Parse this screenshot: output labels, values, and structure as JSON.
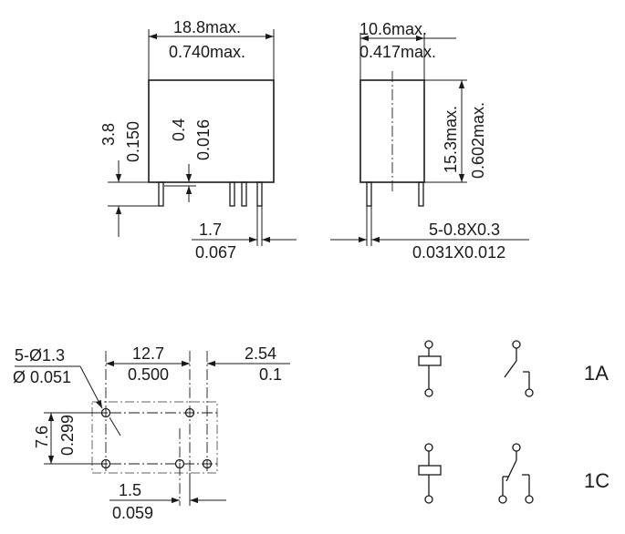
{
  "top_view": {
    "width_mm": "18.8max.",
    "width_in": "0.740max.",
    "pin_len_mm": "3.8",
    "pin_len_in": "0.150",
    "standoff_mm": "0.4",
    "standoff_in": "0.016",
    "pin_gap_mm": "1.7",
    "pin_gap_in": "0.067"
  },
  "side_view": {
    "depth_mm": "10.6max.",
    "depth_in": "0.417max.",
    "height_mm": "15.3max.",
    "height_in": "0.602max.",
    "pin_size_mm": "5-0.8X0.3",
    "pin_size_in": "0.031X0.012"
  },
  "pcb_layout": {
    "holes_mm": "5-Ø1.3",
    "holes_in": "Ø 0.051",
    "span_mm": "12.7",
    "span_in": "0.500",
    "edge_mm": "2.54",
    "edge_in": "0.1",
    "row_mm": "7.6",
    "row_in": "0.299",
    "offset_mm": "1.5",
    "offset_in": "0.059"
  },
  "schematics": {
    "form_a_label": "1A",
    "form_c_label": "1C"
  }
}
